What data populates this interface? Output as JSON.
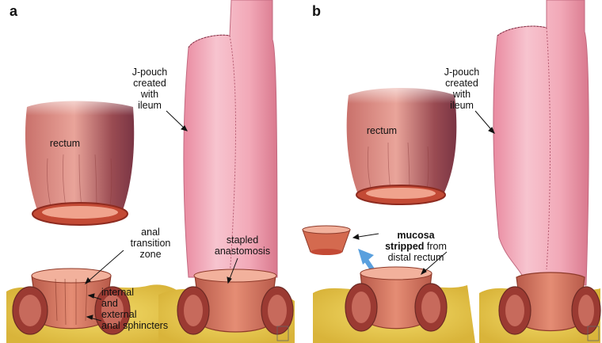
{
  "panels": [
    {
      "letter": "a"
    },
    {
      "letter": "b"
    }
  ],
  "labels": {
    "rectum_a": "rectum",
    "jpouch_a": "J-pouch\ncreated\nwith\nileum",
    "anal_transition_zone": "anal\ntransition\nzone",
    "sphincters": "internal\nand\nexternal\nanal sphincters",
    "stapled_anastomosis": "stapled\nanastomosis",
    "rectum_b": "rectum",
    "jpouch_b": "J-pouch\ncreated\nwith\nileum",
    "mucosa_bold": "mucosa\nstripped",
    "mucosa_rest": " from\ndistal rectum"
  },
  "colors": {
    "pouch": "#f2a9b8",
    "rectum": "#c9716b",
    "fat": "#f3dc6a",
    "sphincter": "#9b3a32",
    "arrow_blue": "#5aa0de"
  }
}
